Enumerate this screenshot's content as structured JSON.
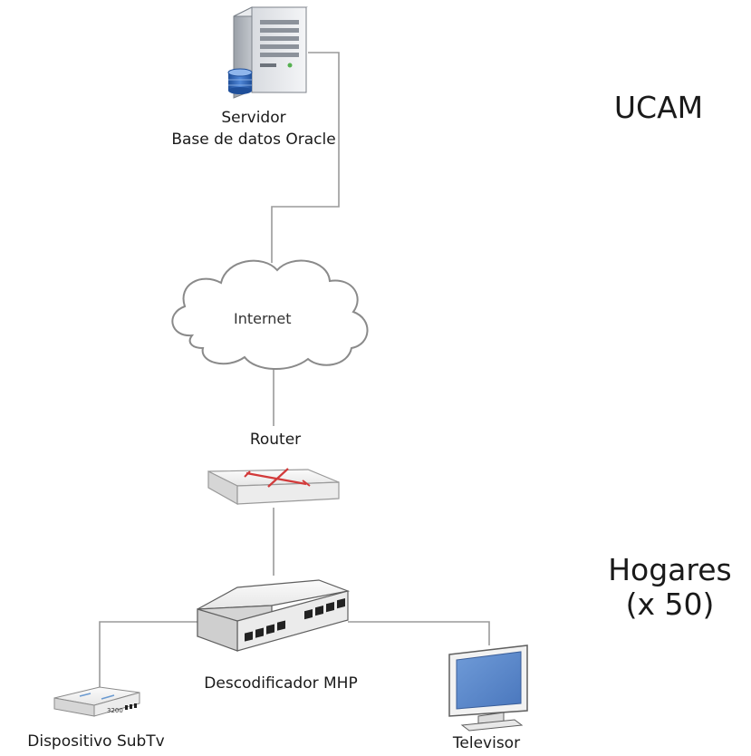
{
  "nodes": {
    "server": {
      "label_line1": "Servidor",
      "label_line2": "Base de datos Oracle"
    },
    "internet": {
      "label": "Internet"
    },
    "router": {
      "label": "Router"
    },
    "decoder": {
      "label": "Descodificador MHP"
    },
    "subtv": {
      "label": "Dispositivo SubTv",
      "device_text": "3200"
    },
    "tv": {
      "label": "Televisor"
    }
  },
  "zones": {
    "ucam": {
      "label": "UCAM"
    },
    "homes": {
      "label_line1": "Hogares",
      "label_line2": "(x 50)"
    }
  }
}
